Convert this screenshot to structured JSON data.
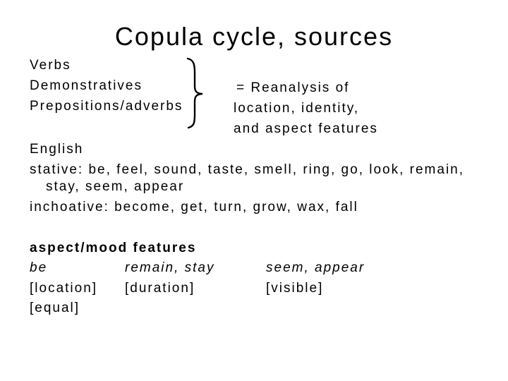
{
  "slide": {
    "title": "Copula cycle, sources",
    "sources": [
      "Verbs",
      "Demonstratives",
      "Prepositions/adverbs"
    ],
    "brace_icon": "right-curly-brace",
    "reanalysis": [
      "= Reanalysis of",
      "location, identity,",
      "and aspect features"
    ],
    "english": {
      "heading": "English",
      "stative": [
        "stative: be, feel, sound, taste, smell, ring, go, look, remain,",
        "stay, seem, appear"
      ],
      "inchoative": "inchoative: become, get, turn, grow, wax, fall"
    },
    "aspect_mood": {
      "heading": "aspect/mood features",
      "verbs": [
        "be",
        "remain, stay",
        "seem, appear"
      ],
      "features": [
        "[location]",
        "[duration]",
        "[visible]"
      ],
      "extra": "[equal]"
    },
    "colors": {
      "background": "#ffffff",
      "text": "#000000"
    }
  }
}
